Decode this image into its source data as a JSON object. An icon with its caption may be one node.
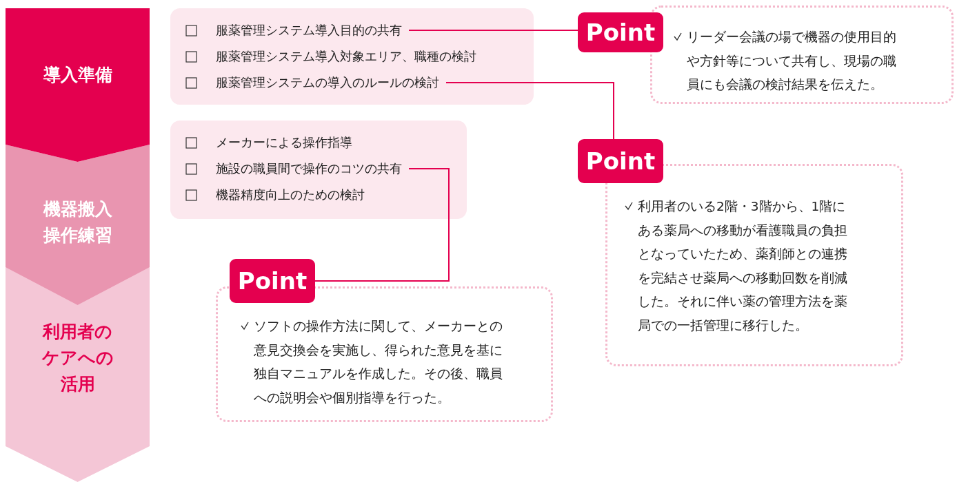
{
  "diagram": {
    "nodes": [
      {
        "text": [
          "導入準備"
        ]
      },
      {
        "text": [
          "機器搬入操作練習"
        ]
      },
      {
        "text": [
          "利用者のケアへの活用"
        ]
      },
      {
        "text": [],
        "shape": "box"
      },
      {
        "text": [
          "服薬管理システム導入目的の共有"
        ],
        "in": 3
      },
      {
        "text": [
          "服薬管理システム導入対象エリア、職種の検討"
        ],
        "in": 3
      },
      {
        "text": [
          "服薬管理システムの導入のルールの検討"
        ],
        "in": 3
      },
      {
        "text": [],
        "shape": "box"
      },
      {
        "text": [
          "メーカーによる操作指導"
        ],
        "in": 7
      },
      {
        "text": [
          "施設の職員間で操作のコツの共有"
        ],
        "in": 7
      },
      {
        "text": [
          "機器精度向上のための検討"
        ],
        "in": 7
      },
      {
        "text": [
          "Point"
        ]
      },
      {
        "text": [
          "リーダー会議の場で機器の使用目的や方針等について共有し、現場の職員にも会議の検討結果を伝えた。"
        ]
      },
      {
        "text": [
          "Point"
        ]
      },
      {
        "text": [
          "利用者のいる2階・3階から、1階にある薬局への移動が看護職員の負担となっていたため、薬剤師との連携を完結させ薬局への移動回数を削減した。それに伴い薬の管理方法を薬局での一括管理に移行した。"
        ]
      },
      {
        "text": [
          "Point"
        ]
      },
      {
        "text": [
          "ソフトの操作方法に関して、メーカーとの意見交換会を実施し、得られた意見を基に独自マニュアルを作成した。その後、職員への説明会や個別指導を行った。"
        ]
      }
    ],
    "edges": [
      {
        "from": 4,
        "to": 11,
        "arrow": "none"
      },
      {
        "from": 6,
        "to": 13,
        "arrow": "none"
      },
      {
        "from": 9,
        "to": 15,
        "arrow": "none"
      }
    ]
  }
}
